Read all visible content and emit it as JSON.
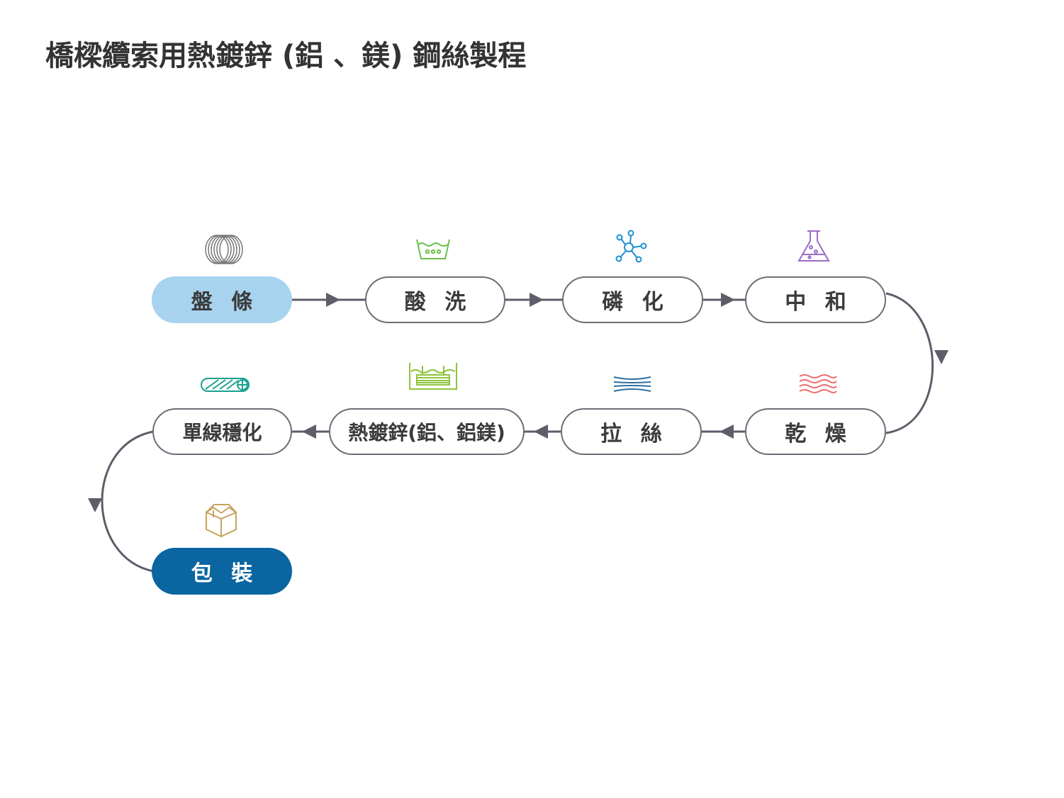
{
  "title": "橋樑纜索用熱鍍鋅 (鋁 、鎂) 鋼絲製程",
  "colors": {
    "connector": "#5d5e6a",
    "node_border": "#6e6e78",
    "start_fill": "#a8d3ef",
    "end_fill": "#0a65a0",
    "end_text": "#ffffff",
    "text": "#3b3b3b",
    "icon_coil": "#777777",
    "icon_wash": "#6cbf4a",
    "icon_molecule": "#1c8fd0",
    "icon_flask": "#9b6cc6",
    "icon_heat": "#ee6f6f",
    "icon_wire": "#2c6fa0",
    "icon_bath": "#8cc43c",
    "icon_rod": "#1aa08e",
    "icon_box": "#c9a25e"
  },
  "steps": [
    {
      "id": "coil",
      "label": "盤 條",
      "icon": "wire-coil-icon"
    },
    {
      "id": "pickling",
      "label": "酸 洗",
      "icon": "wash-basin-icon"
    },
    {
      "id": "phosphating",
      "label": "磷 化",
      "icon": "molecule-icon"
    },
    {
      "id": "neutralizing",
      "label": "中 和",
      "icon": "flask-icon"
    },
    {
      "id": "drying",
      "label": "乾 燥",
      "icon": "heat-waves-icon"
    },
    {
      "id": "drawing",
      "label": "拉 絲",
      "icon": "drawn-wire-icon"
    },
    {
      "id": "galvanizing",
      "label": "熱鍍鋅(鋁、鋁鎂)",
      "icon": "galvanizing-bath-icon"
    },
    {
      "id": "stabilizing",
      "label": "單線穩化",
      "icon": "wire-strand-icon"
    },
    {
      "id": "packing",
      "label": "包 裝",
      "icon": "box-icon"
    }
  ]
}
